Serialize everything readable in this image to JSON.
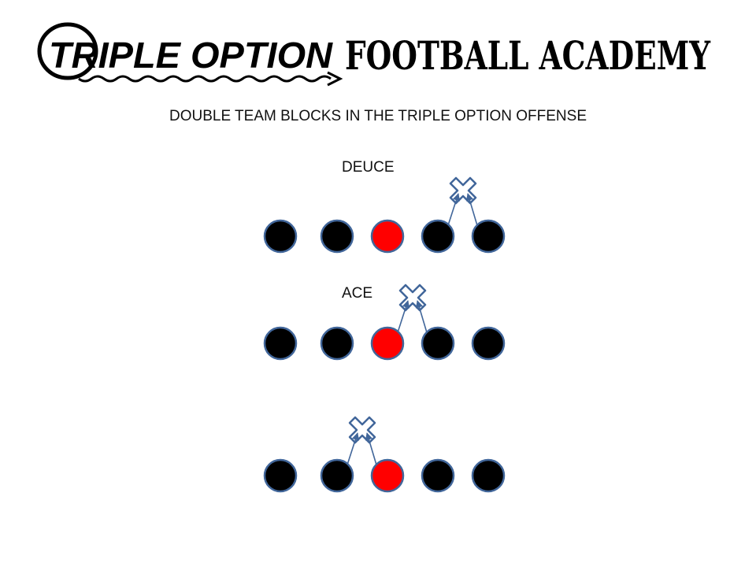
{
  "brand": {
    "part1": "TRIPLE OPTION",
    "part2": "FOOTBALL ACADEMY"
  },
  "subtitle": "DOUBLE TEAM BLOCKS IN THE TRIPLE OPTION OFFENSE",
  "colors": {
    "lineman": "#000000",
    "center": "#ff0000",
    "outline": "#41669a",
    "defender": "#ffffff"
  },
  "plays": [
    {
      "label": "DEUCE",
      "linemen": [
        "black",
        "black",
        "red",
        "black",
        "black"
      ],
      "defender_between": [
        3,
        4
      ],
      "blockers": [
        3,
        4
      ]
    },
    {
      "label": "ACE",
      "linemen": [
        "black",
        "black",
        "red",
        "black",
        "black"
      ],
      "defender_between": [
        2,
        3
      ],
      "blockers": [
        2,
        3
      ]
    },
    {
      "label": "",
      "linemen": [
        "black",
        "black",
        "red",
        "black",
        "black"
      ],
      "defender_between": [
        1,
        2
      ],
      "blockers": [
        1,
        2
      ]
    }
  ]
}
